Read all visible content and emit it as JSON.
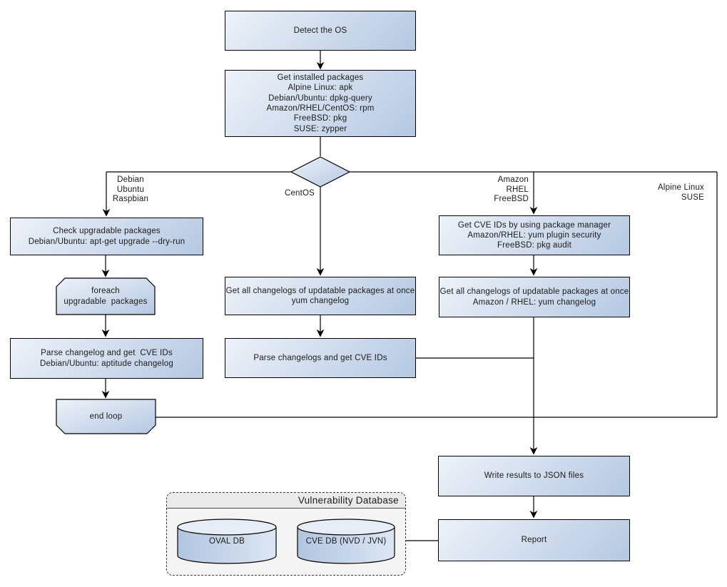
{
  "colors": {
    "background": "#ffffff",
    "node_fill_start": "#eef2f9",
    "node_fill_end": "#b5c8e2",
    "node_border": "#000000",
    "connector": "#000000",
    "text": "#1a1a1a",
    "db_container_fill": "#f4f4f4",
    "db_header_fill": "#eaeaea",
    "db_border": "#383838",
    "cylinder_start": "#b2c5e0",
    "cylinder_end": "#dde6f3",
    "cylinder_top": "#e7edf6"
  },
  "nodes": {
    "detect_os": {
      "label": "Detect the OS"
    },
    "get_installed_packages": {
      "label": "Get installed packages\nAlpine Linux: apk\nDebian/Ubuntu: dpkg-query\nAmazon/RHEL/CentOS: rpm\nFreeBSD: pkg\nSUSE: zypper"
    },
    "check_upgradable": {
      "label": "Check upgradable packages\nDebian/Ubuntu: apt-get upgrade --dry-run"
    },
    "foreach_loop": {
      "label": "foreach\nupgradable  packages"
    },
    "parse_changelog_left": {
      "label": "Parse changelog and get  CVE IDs\nDebian/Ubuntu: aptitude changelog"
    },
    "end_loop": {
      "label": "end loop"
    },
    "centos_changelogs": {
      "label": "Get all changelogs of updatable packages at once\nyum changelog"
    },
    "centos_parse": {
      "label": "Parse changelogs and get CVE IDs"
    },
    "pkg_manager_cve": {
      "label": "Get CVE IDs by using package manager\nAmazon/RHEL: yum plugin security\nFreeBSD: pkg audit"
    },
    "amazon_changelogs": {
      "label": "Get all changelogs of updatable packages at once\nAmazon / RHEL: yum changelog"
    },
    "write_results": {
      "label": "Write results to JSON files"
    },
    "report": {
      "label": "Report"
    }
  },
  "branch_labels": {
    "debian": "Debian\nUbuntu\nRaspbian",
    "centos": "CentOS",
    "amazon": "Amazon\nRHEL\nFreeBSD",
    "alpine": "Alpine Linux\nSUSE"
  },
  "database": {
    "title": "Vulnerability Database",
    "oval_db": "OVAL DB",
    "cve_db": "CVE DB (NVD / JVN)"
  }
}
